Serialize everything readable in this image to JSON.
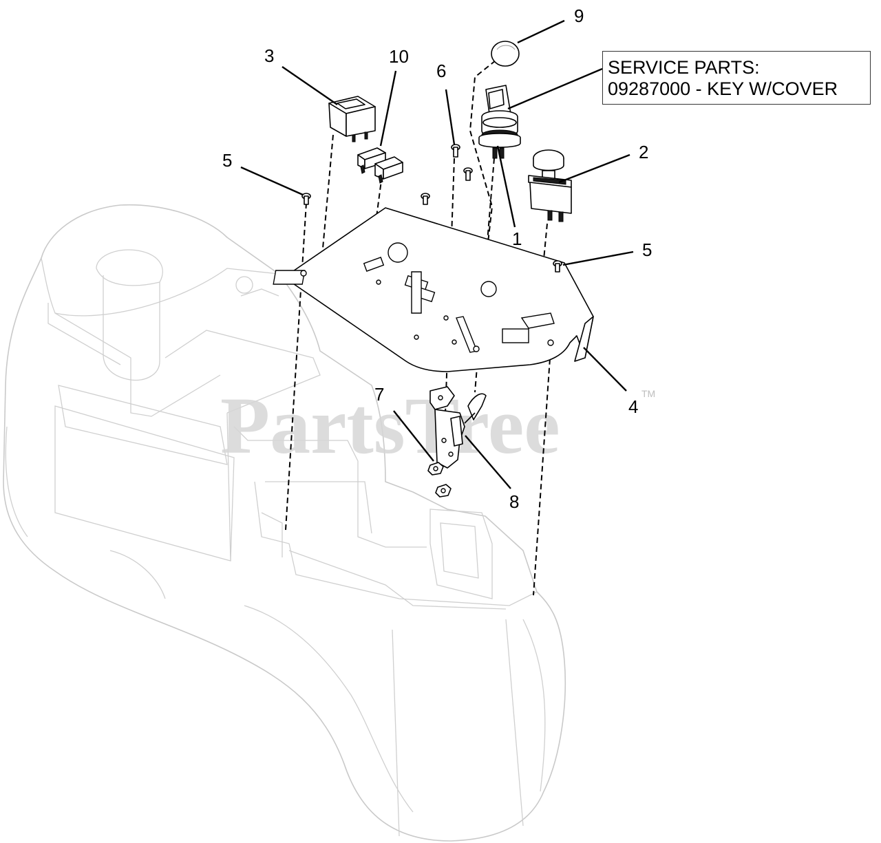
{
  "service_parts": {
    "heading": "SERVICE PARTS:",
    "item": "09287000 - KEY W/COVER"
  },
  "watermark": {
    "text": "PartsTree",
    "trademark": "TM"
  },
  "callouts": {
    "c1": "1",
    "c2": "2",
    "c3": "3",
    "c4": "4",
    "c5a": "5",
    "c5b": "5",
    "c6": "6",
    "c7": "7",
    "c8": "8",
    "c9": "9",
    "c10": "10"
  }
}
